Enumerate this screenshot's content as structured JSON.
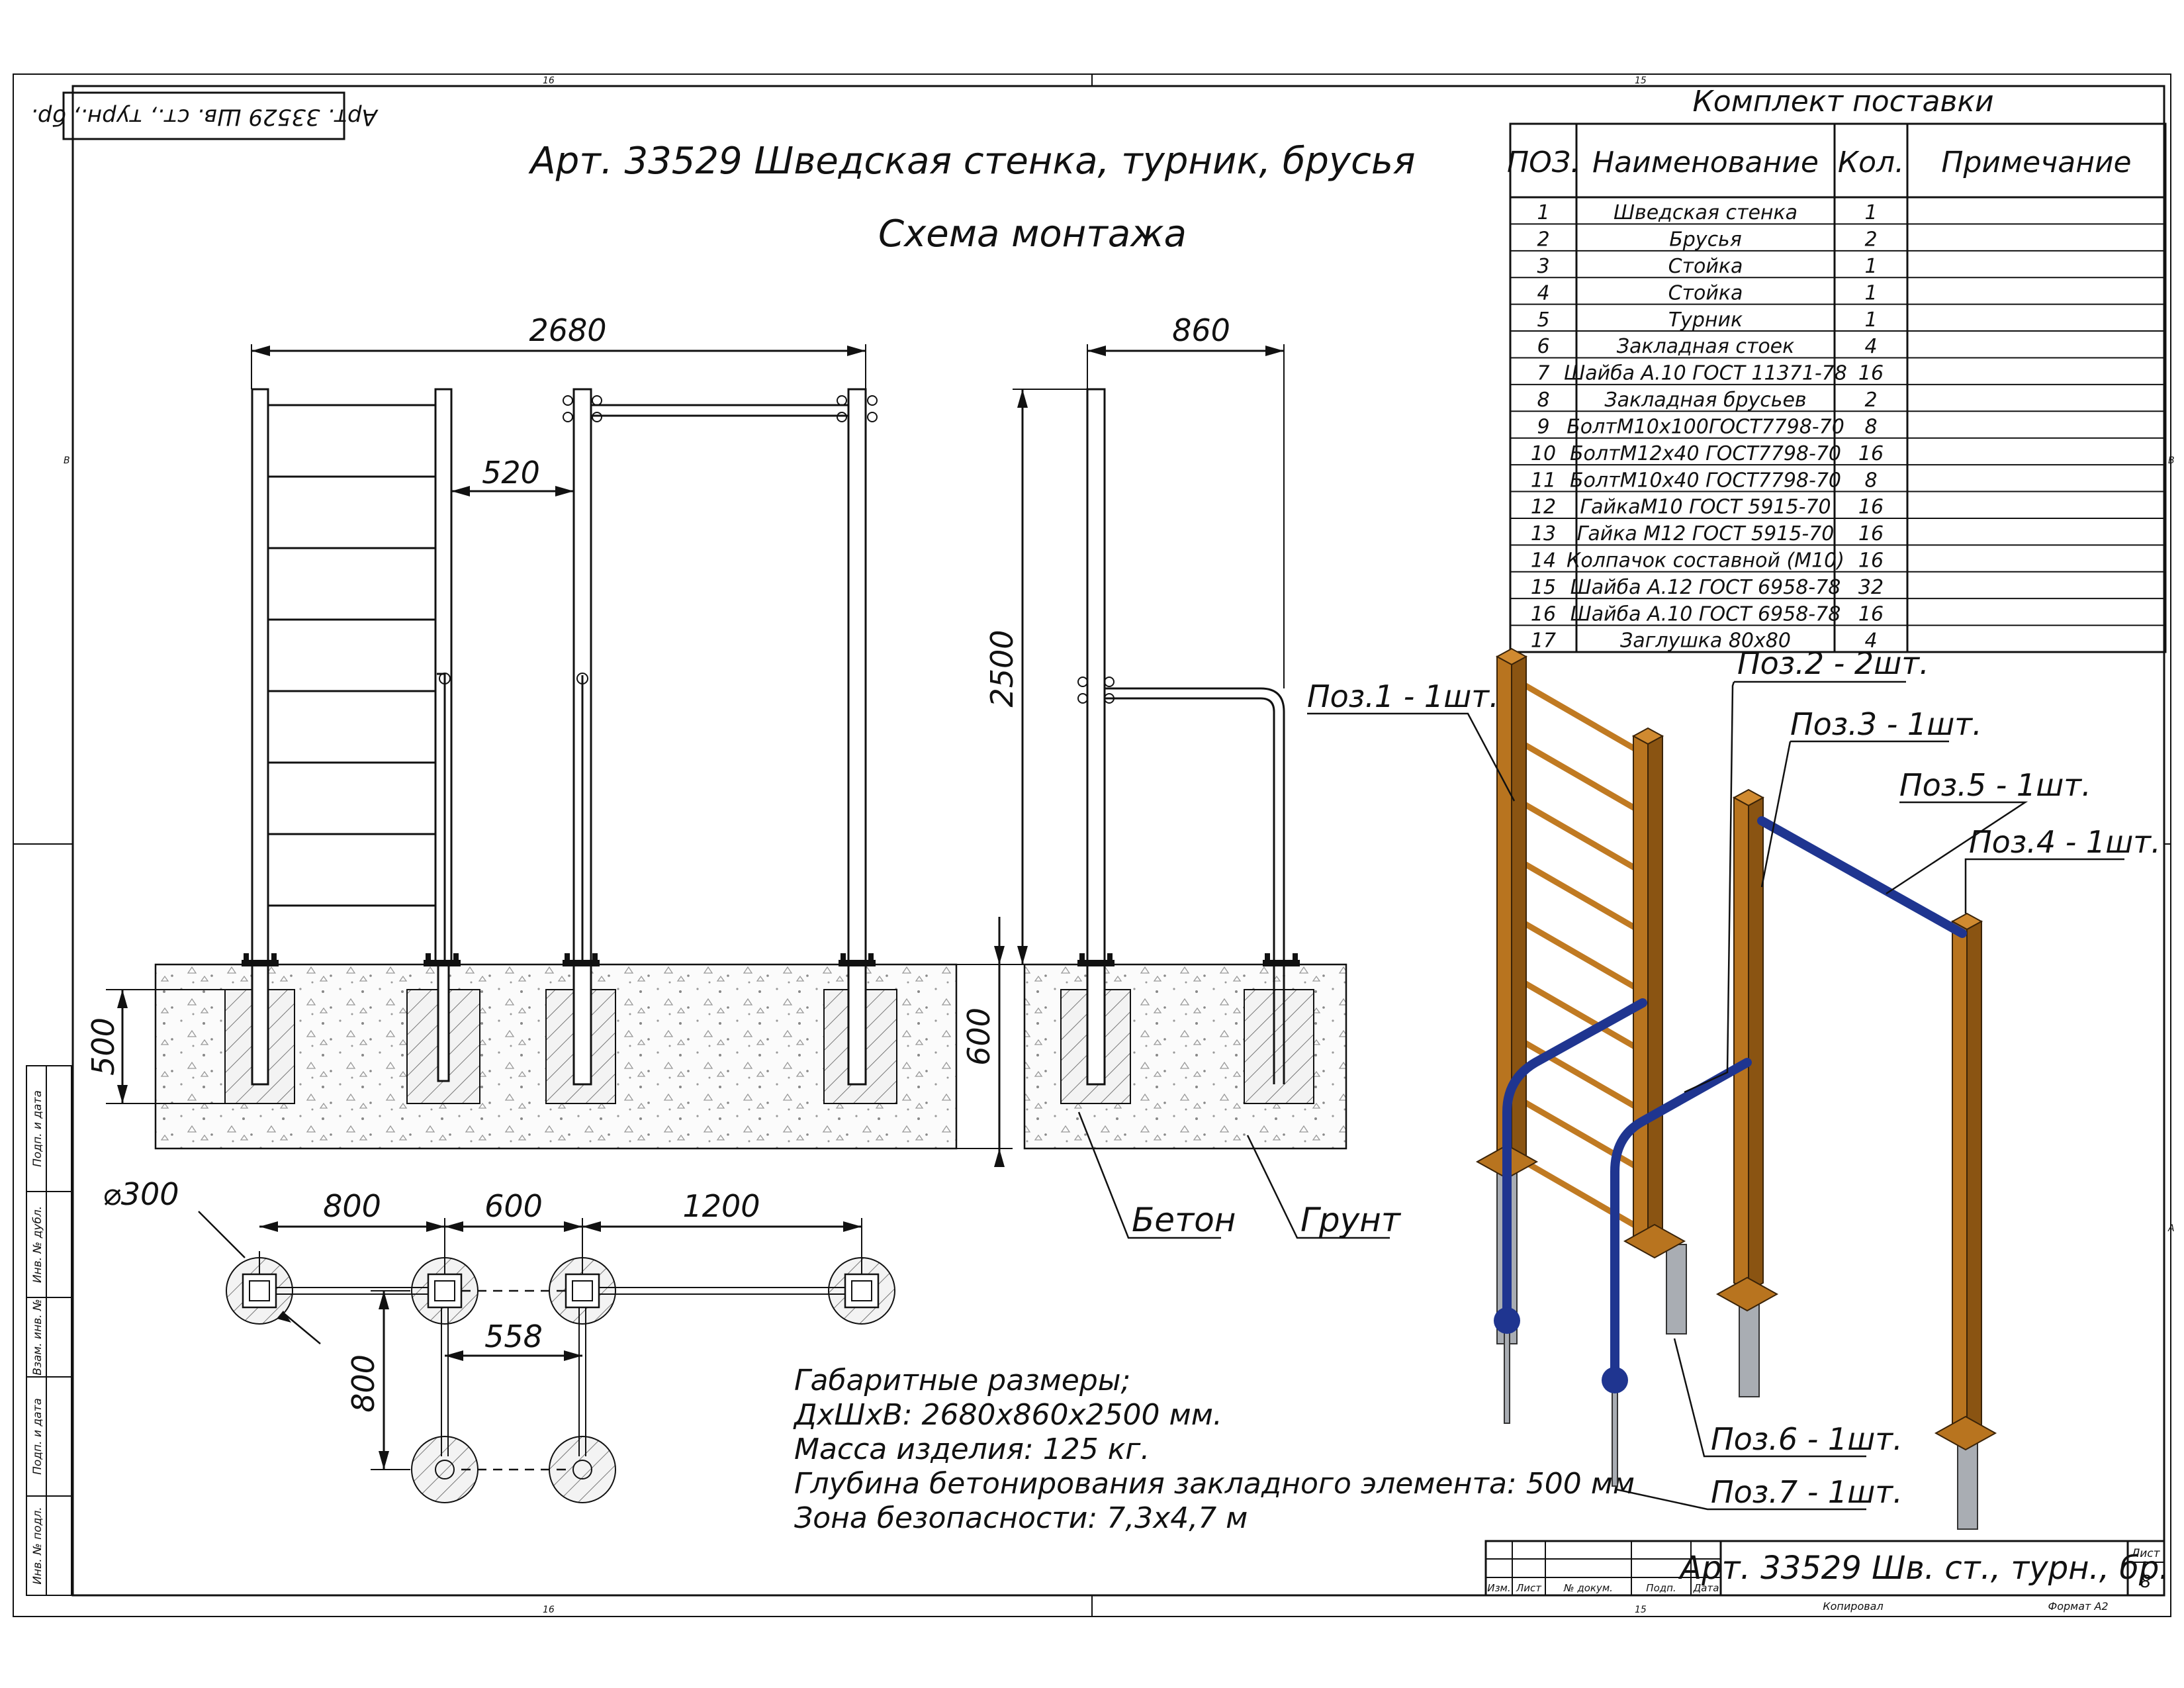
{
  "header": {
    "stamp_rotated": "Арт. 33529 Шв. ст., турн., бр.",
    "title": "Арт. 33529 Шведская стенка, турник, брусья",
    "subtitle": "Схема монтажа"
  },
  "spec_table": {
    "caption": "Комплект поставки",
    "columns": [
      "ПОЗ.",
      "Наименование",
      "Кол.",
      "Примечание"
    ],
    "rows": [
      {
        "pos": "1",
        "name": "Шведская стенка",
        "qty": "1",
        "note": ""
      },
      {
        "pos": "2",
        "name": "Брусья",
        "qty": "2",
        "note": ""
      },
      {
        "pos": "3",
        "name": "Стойка",
        "qty": "1",
        "note": ""
      },
      {
        "pos": "4",
        "name": "Стойка",
        "qty": "1",
        "note": ""
      },
      {
        "pos": "5",
        "name": "Турник",
        "qty": "1",
        "note": ""
      },
      {
        "pos": "6",
        "name": "Закладная стоек",
        "qty": "4",
        "note": ""
      },
      {
        "pos": "7",
        "name": "Шайба А.10 ГОСТ 11371-78",
        "qty": "16",
        "note": ""
      },
      {
        "pos": "8",
        "name": "Закладная брусьев",
        "qty": "2",
        "note": ""
      },
      {
        "pos": "9",
        "name": "БолтМ10х100ГОСТ7798-70",
        "qty": "8",
        "note": ""
      },
      {
        "pos": "10",
        "name": "БолтМ12х40 ГОСТ7798-70",
        "qty": "16",
        "note": ""
      },
      {
        "pos": "11",
        "name": "БолтМ10х40 ГОСТ7798-70",
        "qty": "8",
        "note": ""
      },
      {
        "pos": "12",
        "name": "ГайкаМ10 ГОСТ 5915-70",
        "qty": "16",
        "note": ""
      },
      {
        "pos": "13",
        "name": "Гайка М12 ГОСТ 5915-70",
        "qty": "16",
        "note": ""
      },
      {
        "pos": "14",
        "name": "Колпачок составной (М10)",
        "qty": "16",
        "note": ""
      },
      {
        "pos": "15",
        "name": "Шайба А.12 ГОСТ 6958-78",
        "qty": "32",
        "note": ""
      },
      {
        "pos": "16",
        "name": "Шайба А.10 ГОСТ 6958-78",
        "qty": "16",
        "note": ""
      },
      {
        "pos": "17",
        "name": "Заглушка 80х80",
        "qty": "4",
        "note": ""
      }
    ]
  },
  "dimensions": {
    "width_total": "2680",
    "depth_total": "860",
    "gap": "520",
    "height": "2500",
    "embed_depth": "500",
    "ground_depth": "600",
    "pit_diameter": "⌀300",
    "plan_a": "800",
    "plan_b": "600",
    "plan_c": "1200",
    "plan_d": "558",
    "plan_e": "800"
  },
  "material_labels": {
    "concrete": "Бетон",
    "soil": "Грунт"
  },
  "callouts": {
    "p1": "Поз.1 - 1шт.",
    "p2": "Поз.2 - 2шт.",
    "p3": "Поз.3 - 1шт.",
    "p4": "Поз.4 - 1шт.",
    "p5": "Поз.5 - 1шт.",
    "p6": "Поз.6 - 1шт.",
    "p7": "Поз.7 - 1шт."
  },
  "notes": {
    "line1": "Габаритные размеры;",
    "line2": "ДхШхВ: 2680х860х2500 мм.",
    "line3": "Масса изделия: 125 кг.",
    "line4": "Глубина бетонирования закладного элемента: 500 мм",
    "line5": "Зона безопасности: 7,3х4,7 м"
  },
  "title_block": {
    "designation": "Арт. 33529 Шв. ст., турн., бр.",
    "sheet_label": "Лист",
    "sheet_number": "8",
    "col_izm": "Изм.",
    "col_list": "Лист",
    "col_doc": "№ докум.",
    "col_sign": "Подп.",
    "col_date": "Дата",
    "copied": "Копировал",
    "format": "Формат А2"
  },
  "side_strip": {
    "s1": "Подп. и дата",
    "s2": "Инв. № дубл.",
    "s3": "Взам. инв. №",
    "s4": "Подп. и дата",
    "s5": "Инв. № подл."
  },
  "zones": {
    "top_left": "16",
    "top_right": "15",
    "bottom_left": "16",
    "bottom_right": "15",
    "left_b": "B",
    "right_b": "B",
    "right_a": "A"
  }
}
